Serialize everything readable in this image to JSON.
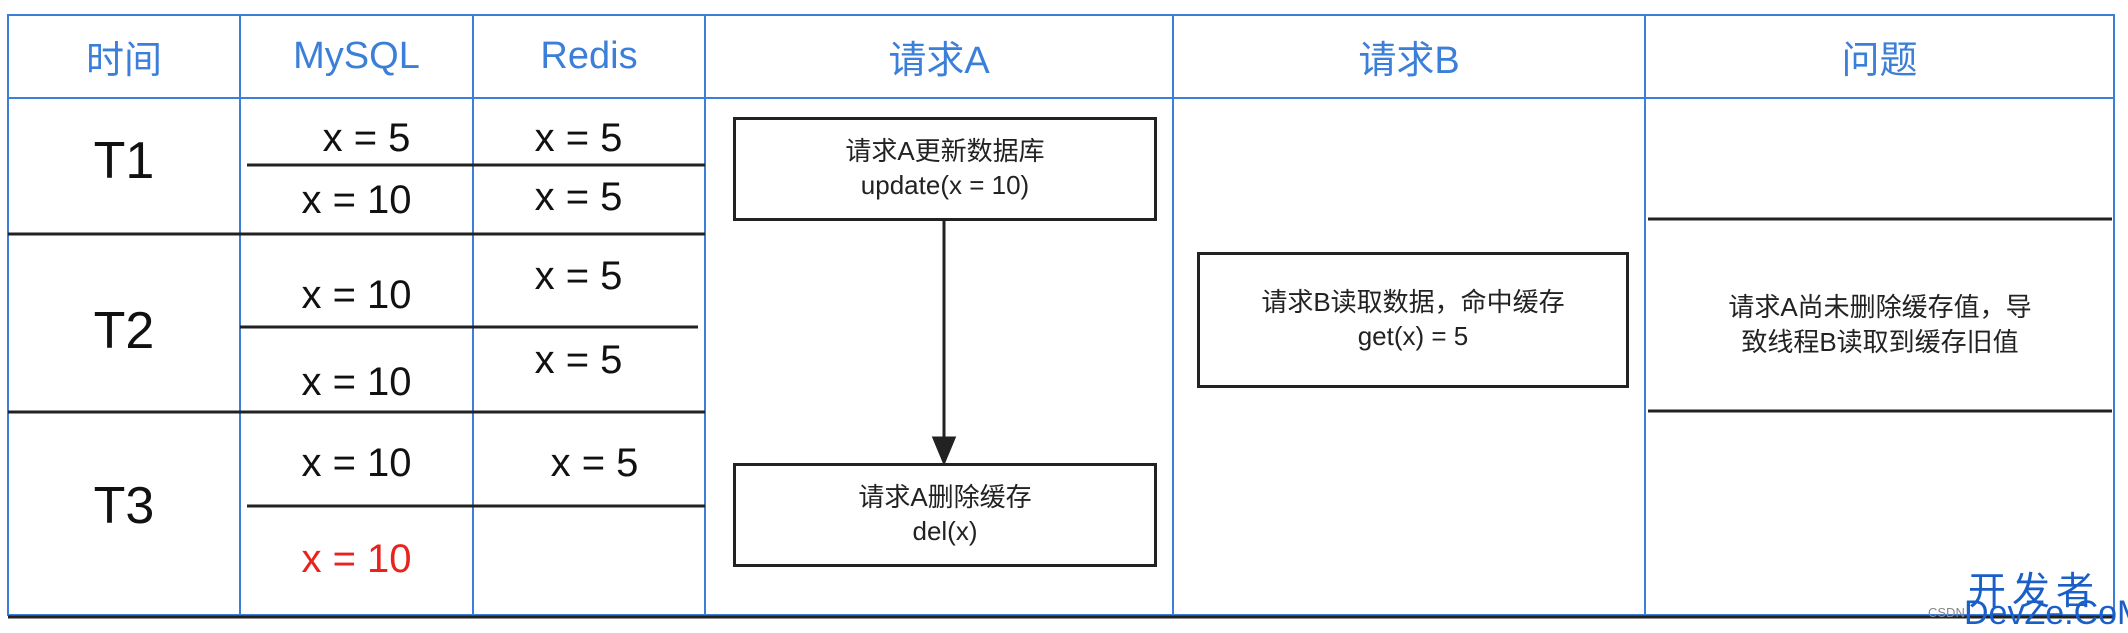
{
  "headers": [
    "时间",
    "MySQL",
    "Redis",
    "请求A",
    "请求B",
    "问题"
  ],
  "rows": [
    {
      "time": "T1",
      "mysql": [
        "x = 5",
        "x = 10"
      ],
      "redis": [
        "x = 5",
        "x = 5"
      ]
    },
    {
      "time": "T2",
      "mysql": [
        "x = 10",
        "x = 10"
      ],
      "redis": [
        "x = 5",
        "x = 5"
      ]
    },
    {
      "time": "T3",
      "mysql": [
        "x = 10",
        "x = 10"
      ],
      "redis": [
        "x = 5"
      ]
    }
  ],
  "request_a": {
    "box1": {
      "line1": "请求A更新数据库",
      "line2": "update(x = 10)"
    },
    "box2": {
      "line1": "请求A删除缓存",
      "line2": "del(x)"
    }
  },
  "request_b": {
    "line1": "请求B读取数据，命中缓存",
    "line2": "get(x) = 5"
  },
  "issue": {
    "line1": "请求A尚未删除缓存值，导",
    "line2": "致线程B读取到缓存旧值"
  },
  "watermark": {
    "top": "开发者",
    "bottom": "DevZe.CoM",
    "small": "CSDN"
  },
  "colors": {
    "grid": "#3b7fd8",
    "header_text": "#3b7fd8",
    "highlight": "#e8231b"
  }
}
